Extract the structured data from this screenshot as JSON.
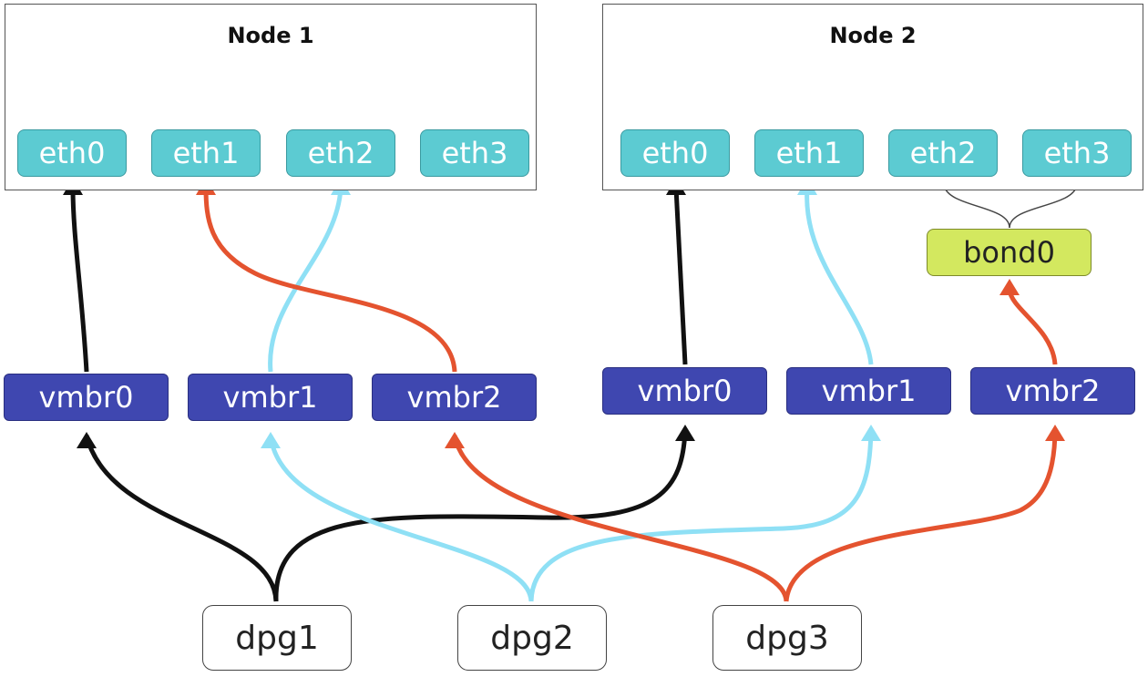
{
  "node1": {
    "title": "Node 1",
    "interfaces": [
      "eth0",
      "eth1",
      "eth2",
      "eth3"
    ],
    "bridges": [
      "vmbr0",
      "vmbr1",
      "vmbr2"
    ]
  },
  "node2": {
    "title": "Node 2",
    "interfaces": [
      "eth0",
      "eth1",
      "eth2",
      "eth3"
    ],
    "bond": "bond0",
    "bridges": [
      "vmbr0",
      "vmbr1",
      "vmbr2"
    ]
  },
  "port_groups": [
    "dpg1",
    "dpg2",
    "dpg3"
  ],
  "colors": {
    "eth": "#5ccbd2",
    "bridge": "#3f47b0",
    "bond": "#d3e85f",
    "link_black": "#111111",
    "link_blue": "#8fe0f5",
    "link_red": "#e4532f"
  }
}
